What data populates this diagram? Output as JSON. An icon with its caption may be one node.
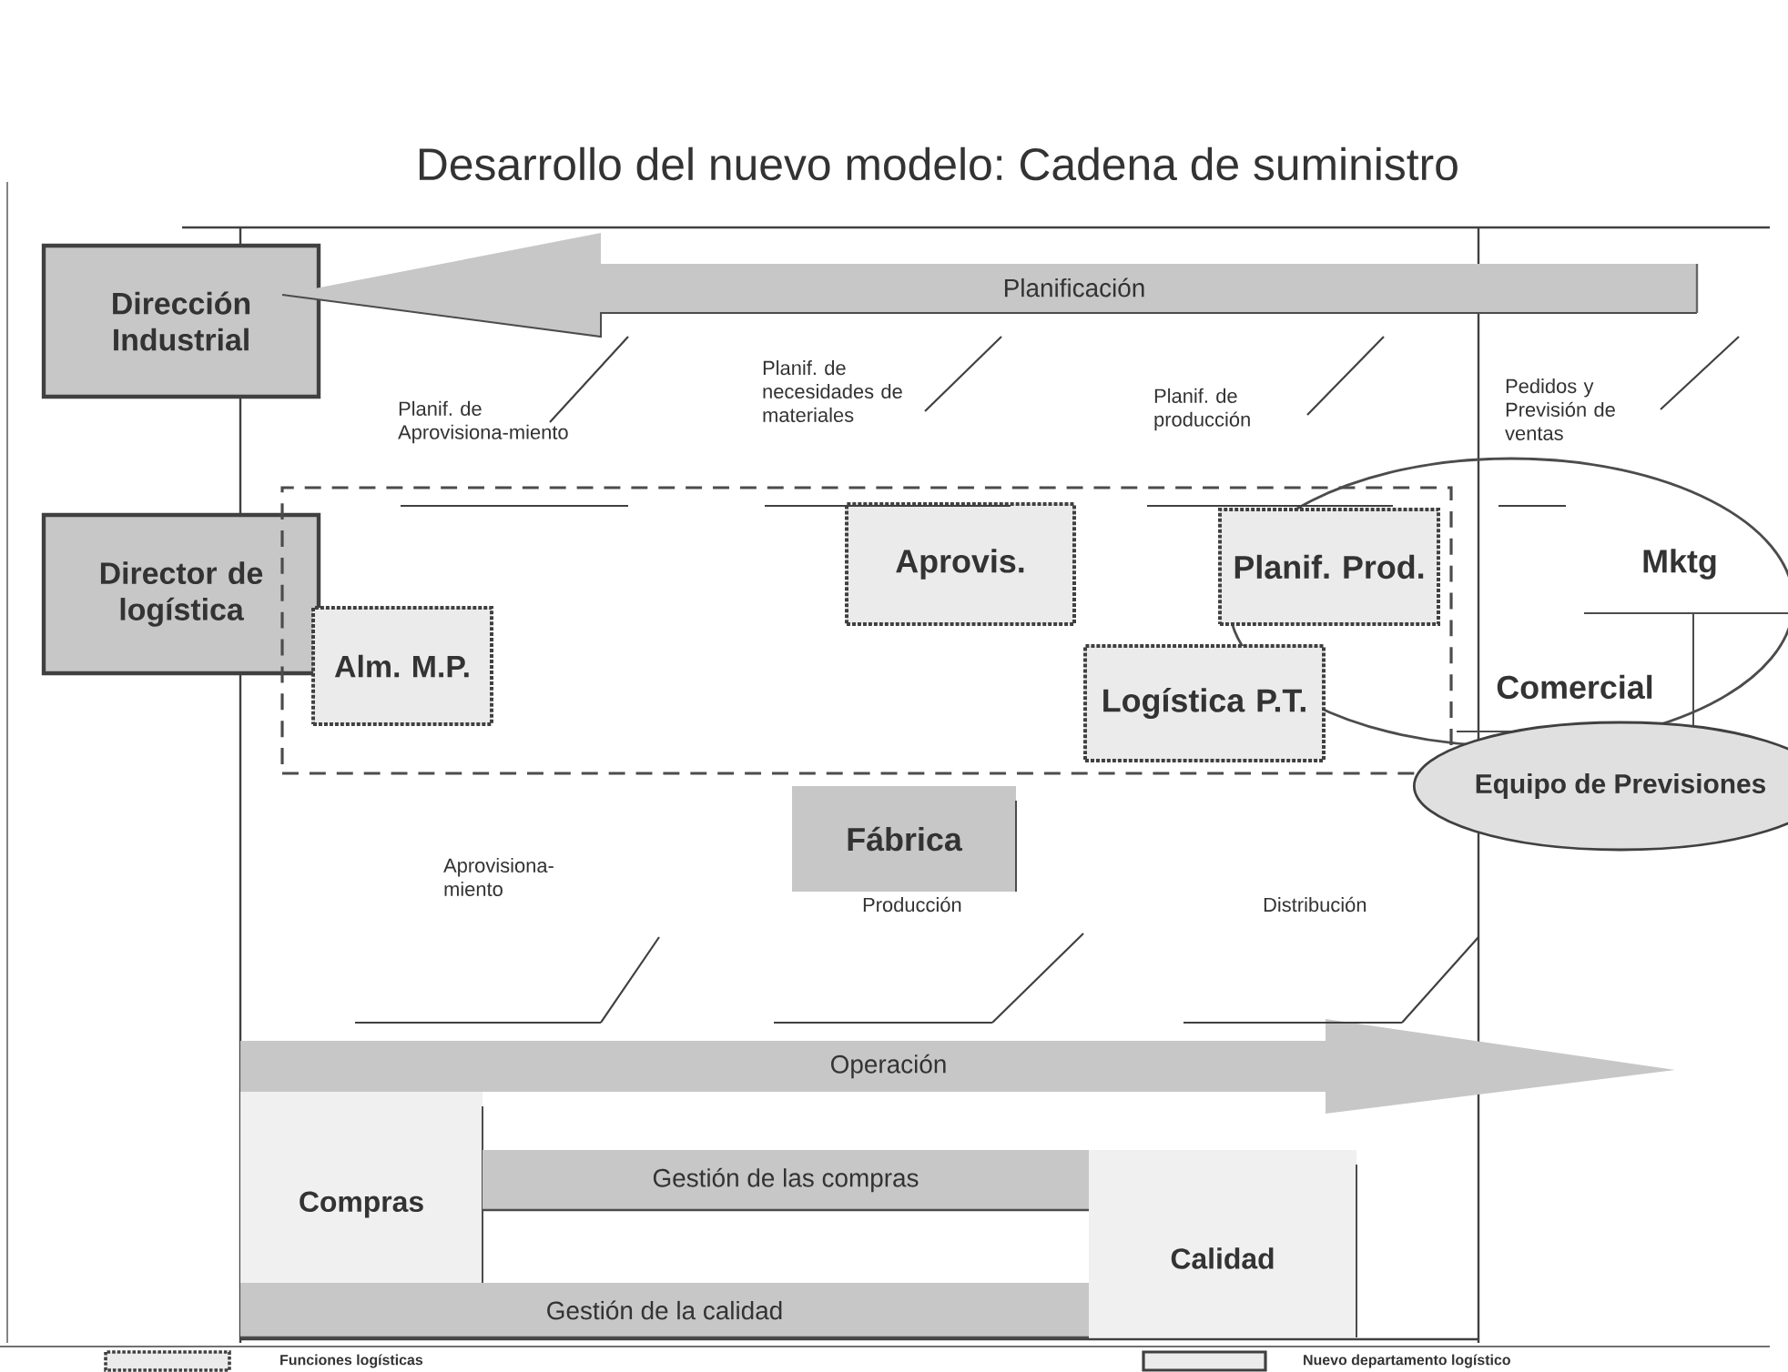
{
  "diagram": {
    "title": "Desarrollo del nuevo modelo: Cadena de suministro",
    "nodes": [
      {
        "text": [
          "Dirección Industrial"
        ]
      },
      {
        "text": [
          "Planificación"
        ]
      },
      {
        "text": [
          "Director de logística"
        ]
      },
      {
        "text": [],
        "shape": "box"
      },
      {
        "text": [
          "Aprovis."
        ],
        "in": 3
      },
      {
        "text": [
          "Planif. Prod."
        ]
      },
      {
        "text": [
          "Alm. M.P."
        ],
        "in": 3
      },
      {
        "text": [
          "Logística P.T."
        ],
        "in": 3
      },
      {
        "text": [],
        "shape": "ellipse"
      },
      {
        "text": [
          "Mktg"
        ],
        "in": 8
      },
      {
        "text": [
          "Comercial"
        ],
        "in": 8
      },
      {
        "text": [
          "Equipo de Previsiones"
        ]
      },
      {
        "text": [
          "Fábrica"
        ]
      },
      {
        "text": [
          "Operación"
        ]
      },
      {
        "text": [
          "Compras"
        ]
      },
      {
        "text": [
          "Gestión de las compras"
        ]
      },
      {
        "text": [
          "Calidad"
        ]
      },
      {
        "text": [
          "Gestión de la calidad"
        ]
      }
    ],
    "labels": [
      "Planif. de Aprovisiona-miento",
      "Planif. de necesidades de materiales",
      "Planif. de producción",
      "Pedidos y Previsión de ventas",
      "Aprovisiona-miento",
      "Producción",
      "Distribución"
    ],
    "legend": [
      {
        "text": "Funciones logísticas"
      },
      {
        "text": "Nuevo departamento logístico"
      }
    ]
  }
}
